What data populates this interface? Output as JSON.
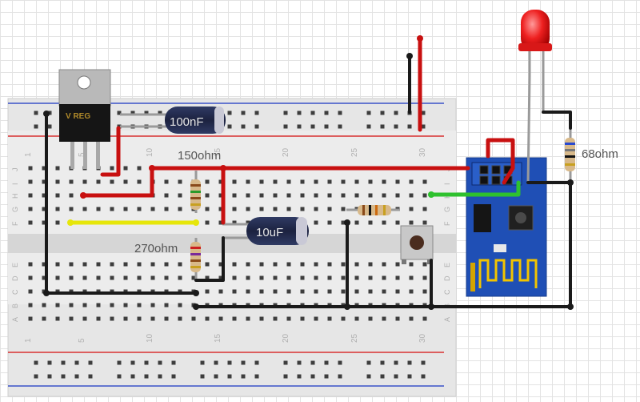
{
  "labels": {
    "c100": "100nF",
    "c10": "10uF",
    "r150": "150ohm",
    "r270": "270ohm",
    "r68": "68ohm",
    "vreg": "V REG"
  },
  "breadboard": {
    "col_numbers": [
      "1",
      "5",
      "10",
      "15",
      "20",
      "25",
      "30"
    ],
    "row_letters_top": [
      "J",
      "I",
      "H",
      "G",
      "F"
    ],
    "row_letters_bottom": [
      "E",
      "D",
      "C",
      "B",
      "A"
    ]
  },
  "colors": {
    "wire_red": "#c81010",
    "wire_black": "#1a1a1a",
    "wire_yellow": "#e6e60a",
    "wire_green": "#2ec12e",
    "module_blue": "#1f4fb5",
    "capacitor": "#222a4a",
    "led": "#ee2020"
  },
  "icons": [
    "led-icon",
    "voltage-regulator-icon",
    "pushbutton-icon",
    "esp8266-module-icon"
  ]
}
